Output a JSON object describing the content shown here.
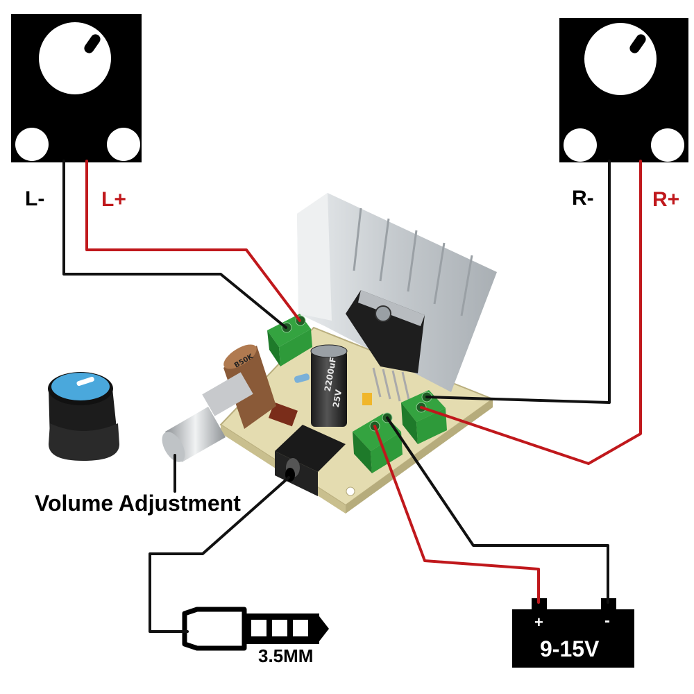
{
  "labels": {
    "l_minus": "L-",
    "l_plus": "L+",
    "r_minus": "R-",
    "r_plus": "R+",
    "volume": "Volume Adjustment",
    "jack": "3.5MM",
    "battery_plus": "+",
    "battery_minus": "-",
    "battery_voltage": "9-15V"
  },
  "board_markings": {
    "pot": "B50K",
    "capacitor_1": "2200uF",
    "capacitor_2": "25V"
  },
  "colors": {
    "positive_wire": "#c0181c",
    "negative_wire": "#111111",
    "terminal": "#2e9a3a",
    "pcb": "#e4dcb0",
    "heatsink": "#cfd3d6",
    "knob_cap": "#4aa8dc"
  },
  "icons": {
    "speaker": "speaker-icon",
    "knob": "volume-knob-icon",
    "jack": "audio-plug-icon",
    "battery": "battery-icon"
  }
}
